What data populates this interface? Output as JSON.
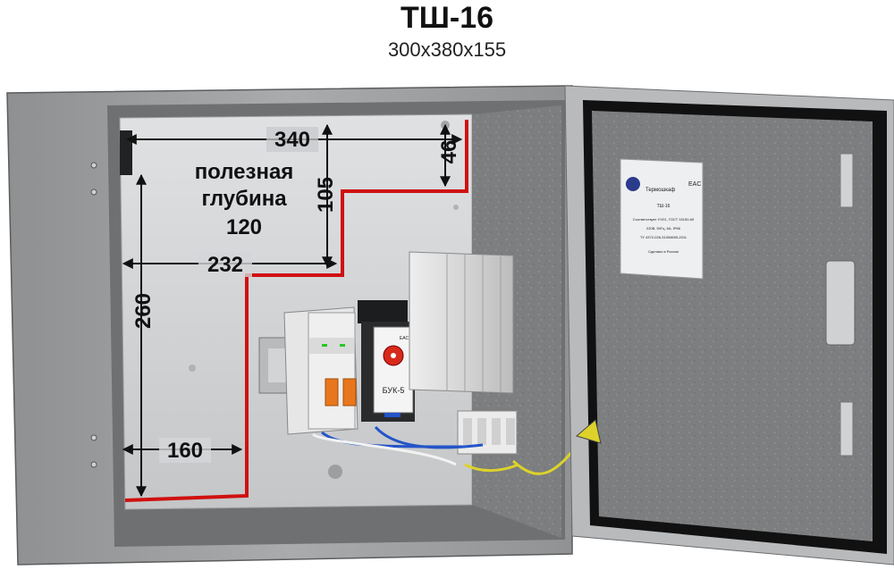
{
  "header": {
    "title": "ТШ-16",
    "dimensions": "300x380x155"
  },
  "annotations": {
    "width_top": "340",
    "offset_top": "46",
    "step_depth": "105",
    "useful_depth_line1": "полезная",
    "useful_depth_line2": "глубина",
    "useful_depth_value": "120",
    "width_mid": "232",
    "height_left": "260",
    "width_bottom": "160"
  },
  "devices": {
    "relay_label": "БУК-5",
    "relay_mark": "EAC"
  },
  "nameplate": {
    "brand": "Термошкаф",
    "model": "ТШ-16",
    "mark": "EAC",
    "line1": "Соответствует УХЛ1, ГОСТ 15150-69",
    "line2": "220В,   50Гц,   6А,   IP66",
    "line3": "ТУ 4372-026-31006695-2011",
    "line4": "Сделано в России"
  },
  "colors": {
    "enclosure": "#9a9c9e",
    "back_panel": "#d2d4d6",
    "red_line": "#d01010",
    "door_gasket": "#111111"
  }
}
